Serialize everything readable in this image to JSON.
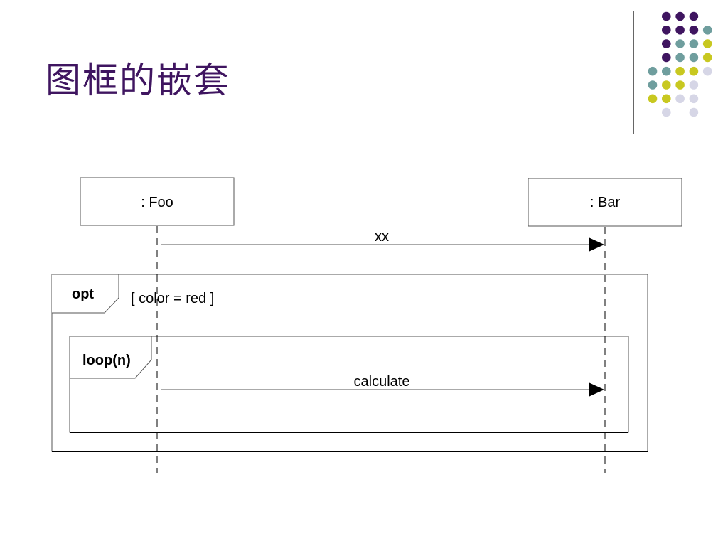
{
  "slide": {
    "title": "图框的嵌套"
  },
  "diagram": {
    "participants": [
      {
        "label": ": Foo"
      },
      {
        "label": ": Bar"
      }
    ],
    "messages": [
      {
        "label": "xx",
        "from": ": Foo",
        "to": ": Bar"
      },
      {
        "label": "calculate",
        "from": ": Foo",
        "to": ": Bar"
      }
    ],
    "fragments": [
      {
        "operator": "opt",
        "guard": "[ color = red ]"
      },
      {
        "operator": "loop(n)"
      }
    ]
  },
  "theme": {
    "title_color": "#3f1560",
    "dot_colors": {
      "purple": "#3f1560",
      "teal": "#6f9e9e",
      "yellow": "#c8c820",
      "lavender": "#d6d6e6"
    },
    "dot_grid": [
      [
        null,
        "purple",
        "purple",
        "purple",
        null
      ],
      [
        null,
        "purple",
        "purple",
        "purple",
        "teal"
      ],
      [
        null,
        "purple",
        "teal",
        "teal",
        "yellow"
      ],
      [
        null,
        "purple",
        "teal",
        "teal",
        "yellow"
      ],
      [
        "teal",
        "teal",
        "yellow",
        "yellow",
        "lavender"
      ],
      [
        "teal",
        "yellow",
        "yellow",
        "lavender",
        null
      ],
      [
        "yellow",
        "yellow",
        "lavender",
        "lavender",
        null
      ],
      [
        null,
        "lavender",
        null,
        "lavender",
        null
      ]
    ]
  }
}
